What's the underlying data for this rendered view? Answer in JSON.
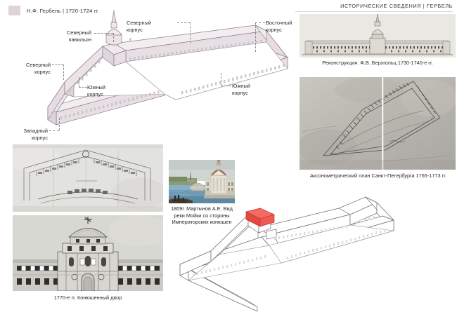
{
  "header": {
    "title": "ИСТОРИЧЕСКИЕ СВЕДЕНИЯ  |  ГЕРБЕЛЬ"
  },
  "legend": {
    "swatch_color": "#ded3d8",
    "label": "Н.Ф. Гербель  |  1720-1724 гг."
  },
  "main_isometric": {
    "name": "axonometric-stable-yard-gerbel",
    "fill_color": "#ece4e8",
    "stroke_color": "#8a8087",
    "callouts": [
      {
        "id": "north-pavilion",
        "line1": "Северный",
        "line2": "павильон"
      },
      {
        "id": "north-wing-top",
        "line1": "Северный",
        "line2": "корпус"
      },
      {
        "id": "east-wing",
        "line1": "Восточный",
        "line2": "корпус"
      },
      {
        "id": "north-wing-left",
        "line1": "Северный",
        "line2": "корпус"
      },
      {
        "id": "south-wing-inner",
        "line1": "Южный",
        "line2": "корпус"
      },
      {
        "id": "south-wing-right",
        "line1": "Южный",
        "line2": "корпус"
      },
      {
        "id": "west-wing",
        "line1": "Западный",
        "line2": "корпус"
      }
    ]
  },
  "second_isometric": {
    "name": "axonometric-outline-with-highlight",
    "stroke_color": "#6f6f6f",
    "highlight_color": "#f0564f",
    "highlight_name": "north-pavilion-highlight"
  },
  "figures": [
    {
      "id": "reconstruction-berchholz",
      "caption": "Реконструкция. Ф.В. Берхгольц 1730-1740-е гг.",
      "kind": "elevation-engraving"
    },
    {
      "id": "axonometric-plan-spb",
      "caption": "Аксонометрический план Санкт-Петербурга 1765-1773 гг.",
      "kind": "historic-plan-photo"
    },
    {
      "id": "martynov-painting",
      "caption": "1809г. Мартынов А.Е. Вид реки Мойки со стороны Императорских конюшен",
      "kind": "watercolor-painting"
    },
    {
      "id": "plan-1770",
      "caption": "",
      "kind": "historic-plan-drawing"
    },
    {
      "id": "stable-yard-1770",
      "caption": "1770-е гг.  Конюшенный двор",
      "kind": "elevation-drawing"
    }
  ]
}
